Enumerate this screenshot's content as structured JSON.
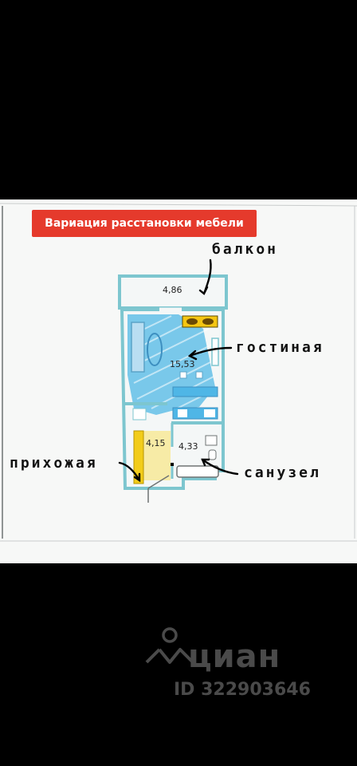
{
  "title": "Вариация расстановки мебели",
  "labels": {
    "balcony": "балкон",
    "living_room": "гостиная",
    "hallway": "прихожая",
    "bathroom": "санузел"
  },
  "areas": {
    "balcony": "4,86",
    "living_room": "15,53",
    "hallway": "4,15",
    "bathroom": "4,33"
  },
  "watermark": {
    "brand": "циан",
    "id": "ID 322903646"
  },
  "colors": {
    "badge": "#e53a2c",
    "wall": "#7dc6cf",
    "living_room": "#4fb6e6",
    "hallway": "#f7eba6",
    "wardrobe": "#f2cc1a"
  }
}
